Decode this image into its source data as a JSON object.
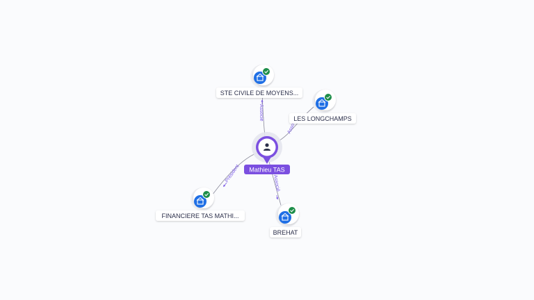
{
  "center": {
    "label": "Mathieu TAS",
    "icon": "person-icon",
    "color": "#7b4fe0"
  },
  "companies": [
    {
      "id": "stecivile",
      "label": "STE CIVILE DE MOYENS...",
      "relation": "Associé",
      "icon": "building-icon",
      "verified": true
    },
    {
      "id": "longchamps",
      "label": "LES LONGCHAMPS",
      "relation": "Associé",
      "icon": "building-icon",
      "verified": true
    },
    {
      "id": "financiere",
      "label": "FINANCIERE TAS MATHI...",
      "relation": "Président",
      "icon": "building-icon",
      "verified": true
    },
    {
      "id": "brehat",
      "label": "BREHAT",
      "relation": "Associé",
      "icon": "building-icon",
      "verified": true
    }
  ],
  "colors": {
    "company_icon": "#1f6fe5",
    "check_badge": "#1e8e4a",
    "edge": "#7a7a8c",
    "edge_label": "#7c5ce6",
    "center": "#7b4fe0"
  }
}
